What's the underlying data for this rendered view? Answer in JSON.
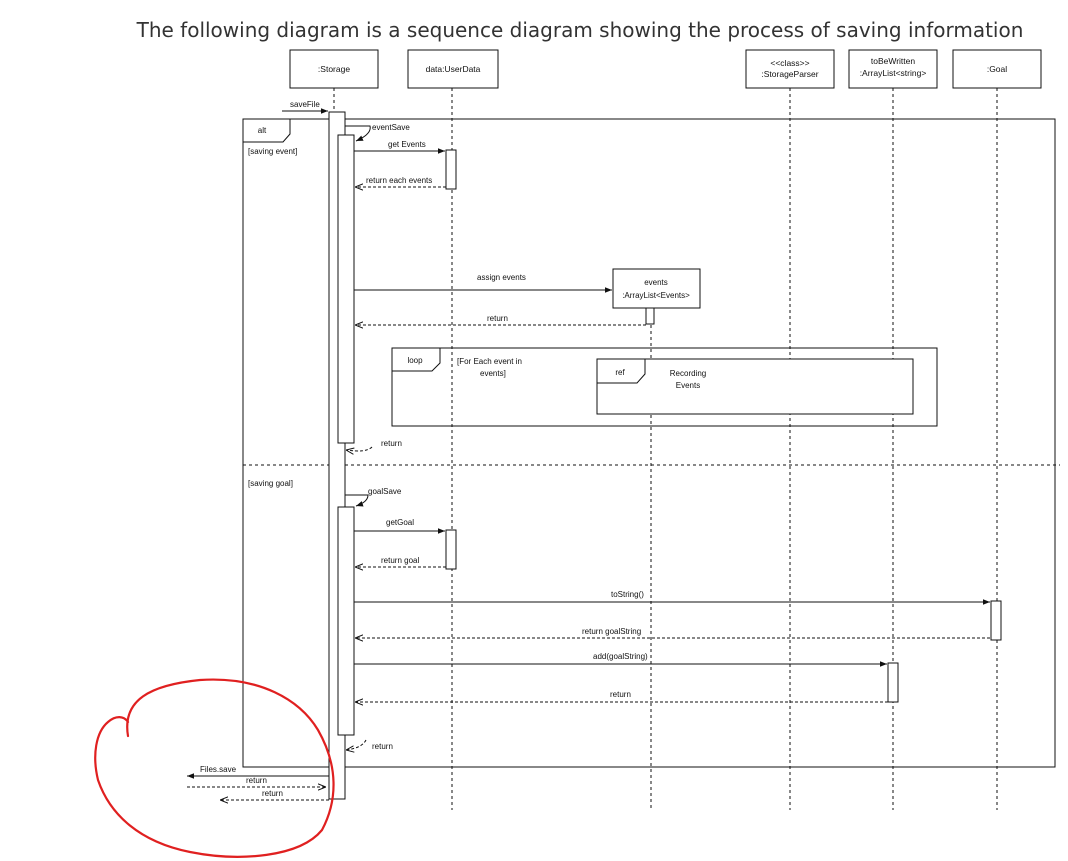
{
  "title": "The following diagram is a sequence diagram showing the process of saving information",
  "participants": {
    "storage": ":Storage",
    "userdata": "data:UserData",
    "parser_stereotype": "<<class>>",
    "parser_name": ":StorageParser",
    "tobewritten_name": "toBeWritten",
    "tobewritten_type": ":ArrayList<string>",
    "goal": ":Goal"
  },
  "fragments": {
    "alt_label": "alt",
    "guard_event": "[saving event]",
    "guard_goal": "[saving goal]",
    "loop_label": "loop",
    "loop_guard_line1": "[For Each event in",
    "loop_guard_line2": "events]",
    "ref_label": "ref",
    "ref_text_line1": "Recording",
    "ref_text_line2": "Events"
  },
  "events_object": {
    "name": "events",
    "type": ":ArrayList<Events>"
  },
  "messages": {
    "save_file": "saveFile",
    "event_save": "eventSave",
    "get_events": "get Events",
    "return_each_events": "return each events",
    "assign_events": "assign events",
    "return_events": "return",
    "return_event_save": "return",
    "goal_save": "goalSave",
    "get_goal": "getGoal",
    "return_goal": "return goal",
    "to_string": "toString()",
    "return_goal_string": "return goalString",
    "add_goal_string": "add(goalString)",
    "return_add": "return",
    "return_goal_save": "return",
    "files_save": "Files.save",
    "return_files_1": "return",
    "return_files_2": "return"
  },
  "colors": {
    "line": "#111111",
    "annotation": "#e02020"
  }
}
